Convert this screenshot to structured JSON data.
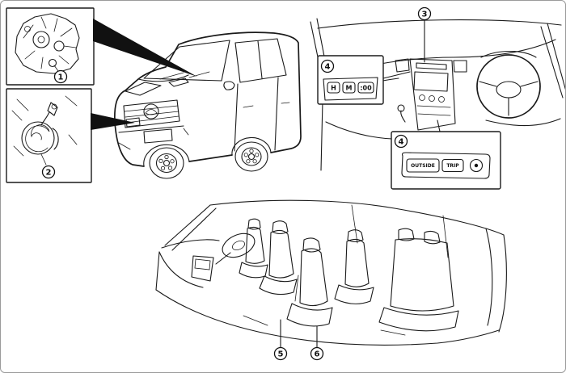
{
  "figure": {
    "background": "#ffffff",
    "line_color": "#1a1a1a"
  },
  "callouts": {
    "c1": {
      "label": "1"
    },
    "c2": {
      "label": "2"
    },
    "c3": {
      "label": "3"
    },
    "c4a": {
      "label": "4"
    },
    "c4b": {
      "label": "4"
    },
    "c5": {
      "label": "5"
    },
    "c6": {
      "label": "6"
    }
  },
  "controls": {
    "clock_buttons": [
      "H",
      "M",
      ":00"
    ],
    "trip_buttons": [
      "OUTSIDE",
      "TRIP"
    ]
  }
}
